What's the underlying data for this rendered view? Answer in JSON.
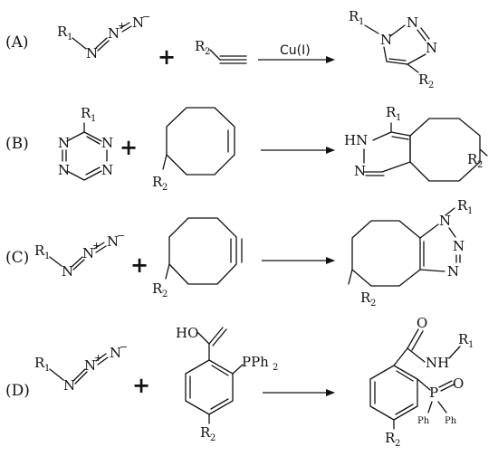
{
  "rows": [
    {
      "id": "A",
      "label": "(A)",
      "reagent": "Cu(I)"
    },
    {
      "id": "B",
      "label": "(B)",
      "reagent": ""
    },
    {
      "id": "C",
      "label": "(C)",
      "reagent": ""
    },
    {
      "id": "D",
      "label": "(D)",
      "reagent": ""
    }
  ],
  "symbols": {
    "plus": "+",
    "minus": "−",
    "nitrogen": "N",
    "r": "R",
    "sub1": "1",
    "sub2": "2",
    "nh_label": "HN",
    "nh_amide": "NH",
    "ho": "HO",
    "o": "O",
    "p": "P",
    "pph2": "PPh",
    "ph": "Ph"
  }
}
